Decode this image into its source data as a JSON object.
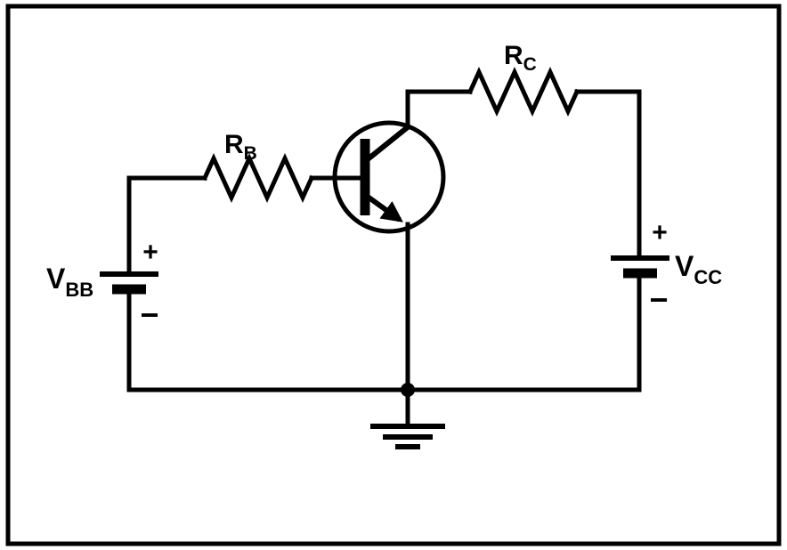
{
  "circuit": {
    "colors": {
      "line": "#000000",
      "background": "#ffffff"
    },
    "components": {
      "resistor_base": {
        "name": "R",
        "sub": "B"
      },
      "resistor_collector": {
        "name": "R",
        "sub": "C"
      },
      "battery_base": {
        "name": "V",
        "sub": "BB",
        "plus": "+",
        "minus": "−"
      },
      "battery_collector": {
        "name": "V",
        "sub": "CC",
        "plus": "+",
        "minus": "−"
      }
    }
  }
}
